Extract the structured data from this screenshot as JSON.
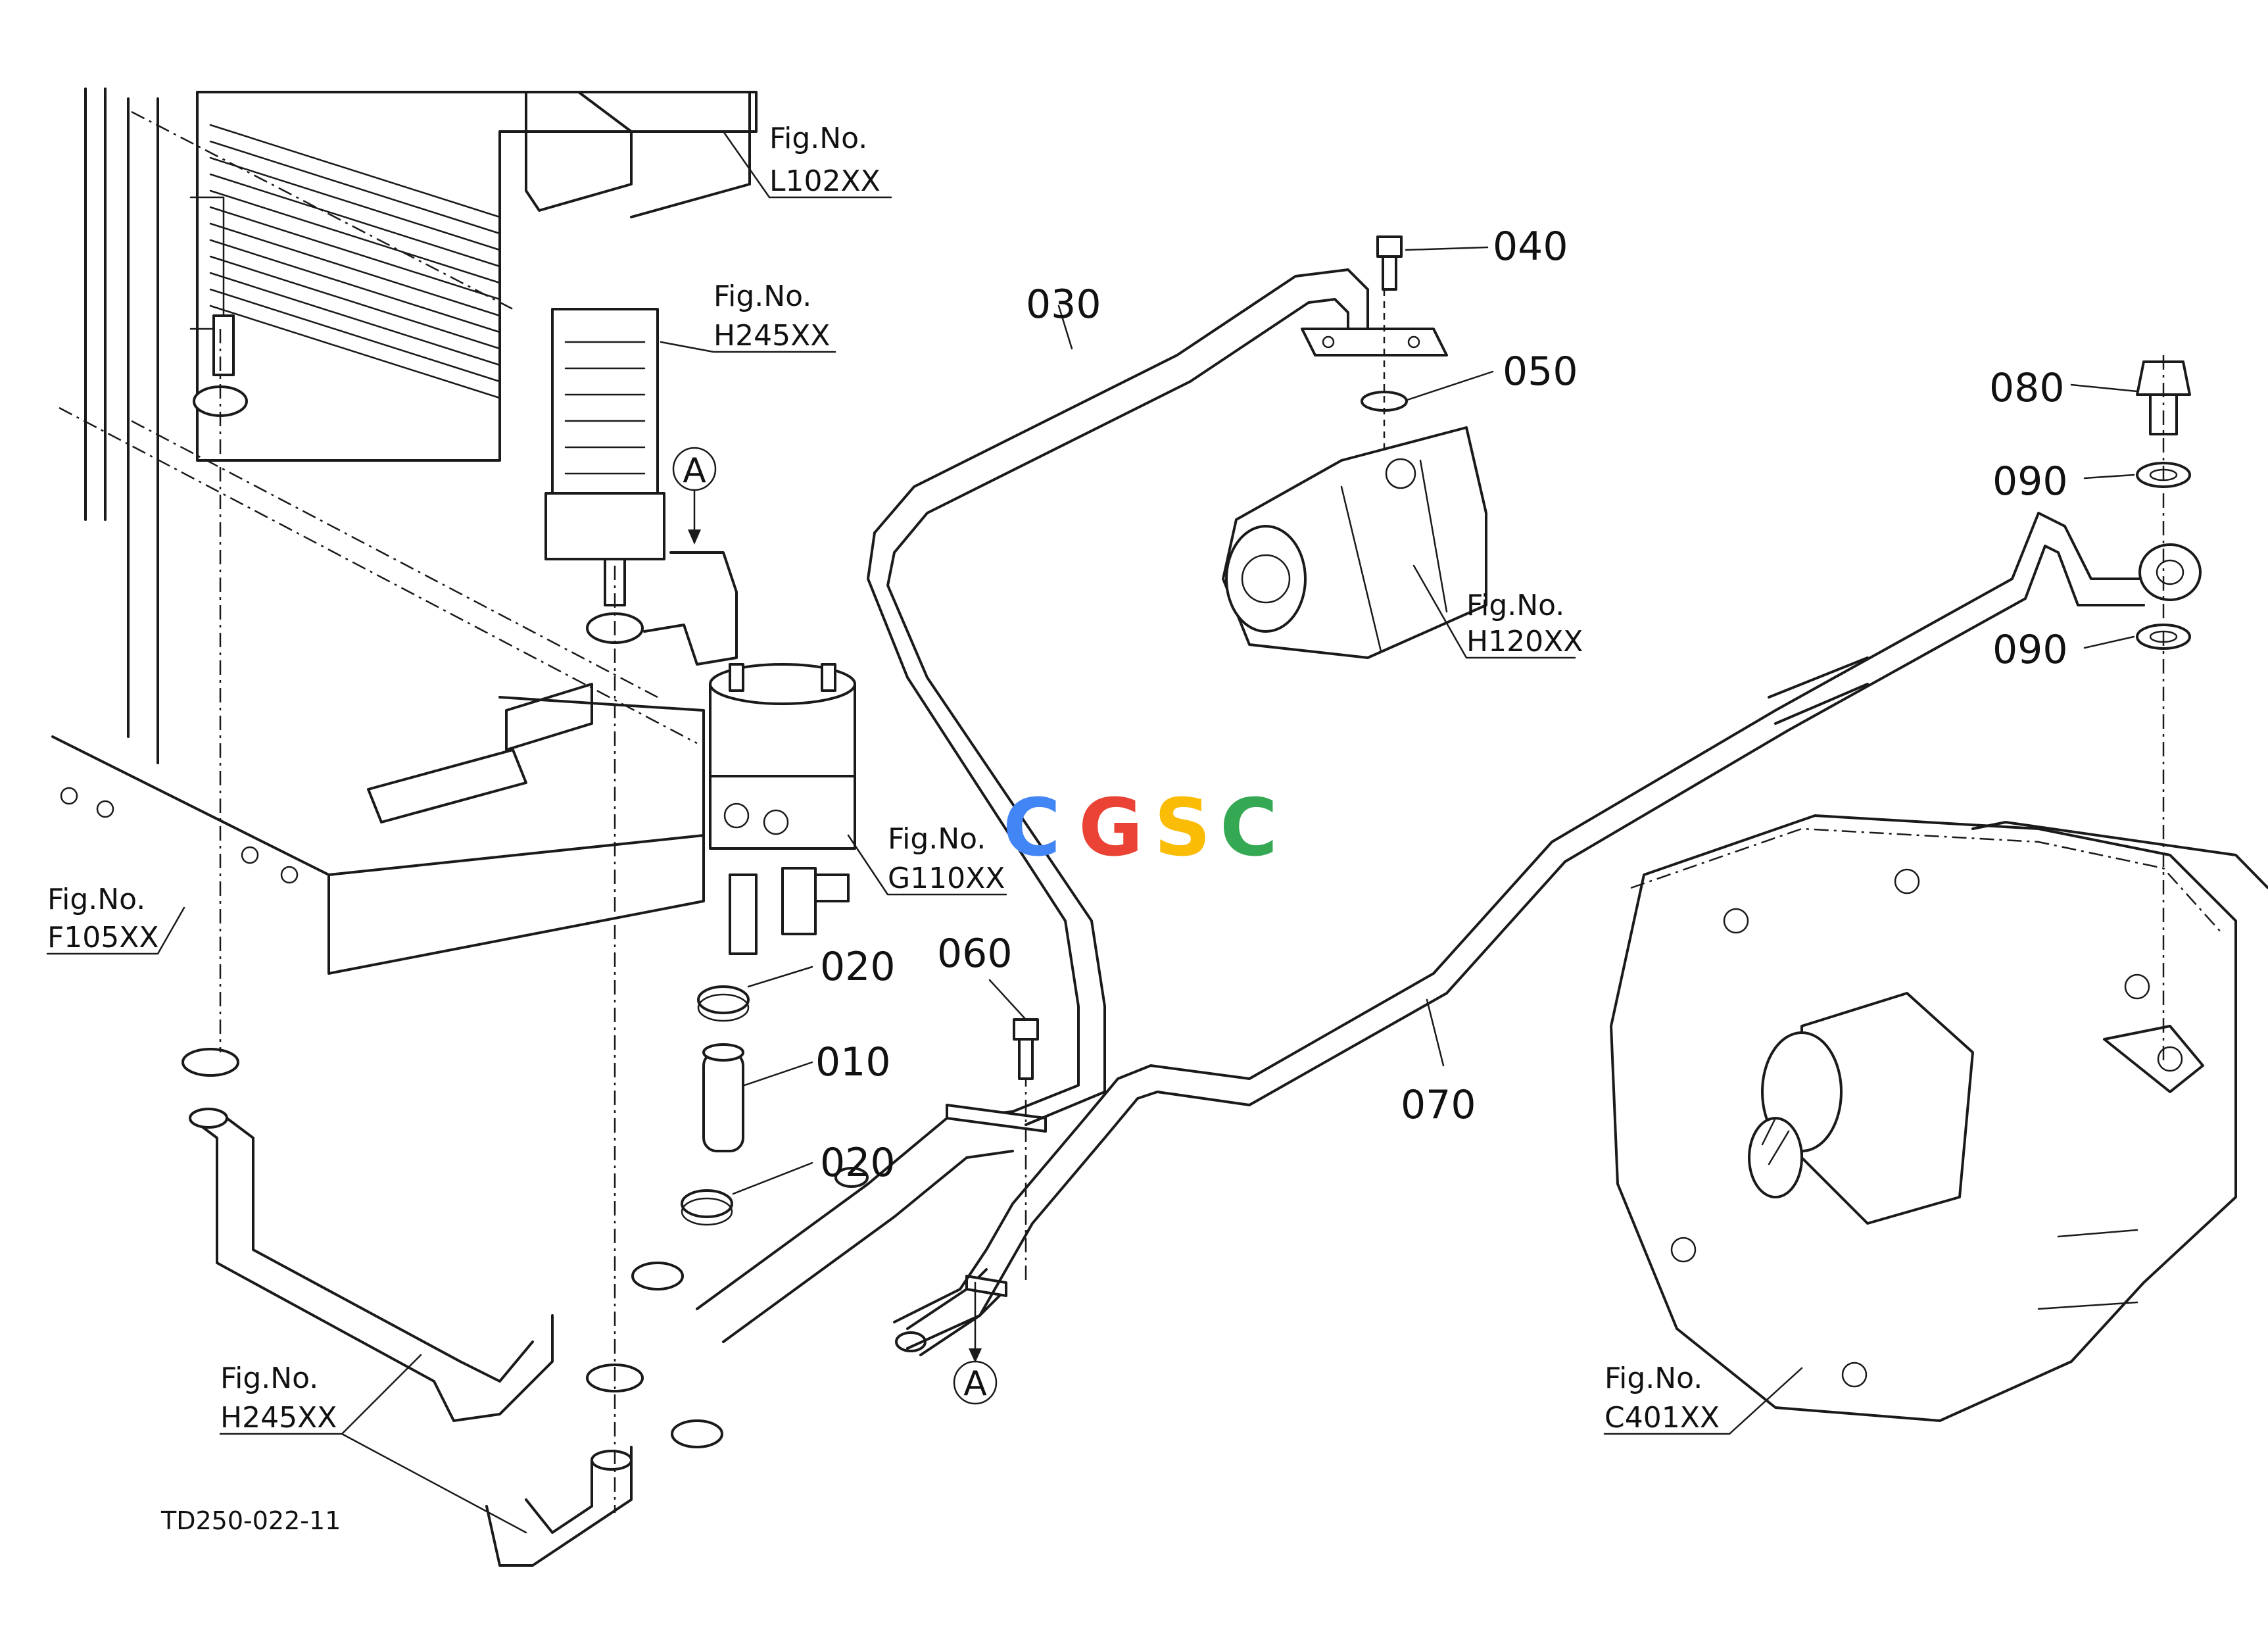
{
  "parts": {
    "p010": "010",
    "p020a": "020",
    "p020b": "020",
    "p030": "030",
    "p040": "040",
    "p050": "050",
    "p060": "060",
    "p070": "070",
    "p080": "080",
    "p090a": "090",
    "p090b": "090"
  },
  "figure_refs": {
    "heading": "Fig.No.",
    "l102": "L102XX",
    "h245_top": "H245XX",
    "h120": "H120XX",
    "g110": "G110XX",
    "f105": "F105XX",
    "h245_bottom": "H245XX",
    "c401": "C401XX"
  },
  "view_markers": {
    "a_top": "A",
    "a_bottom": "A"
  },
  "drawing_code": "TD250-022-11",
  "watermark": {
    "letters": [
      "C",
      "G",
      "S",
      "C"
    ],
    "colors": [
      "#4285F4",
      "#EA4335",
      "#FBBC05",
      "#34A853"
    ]
  }
}
